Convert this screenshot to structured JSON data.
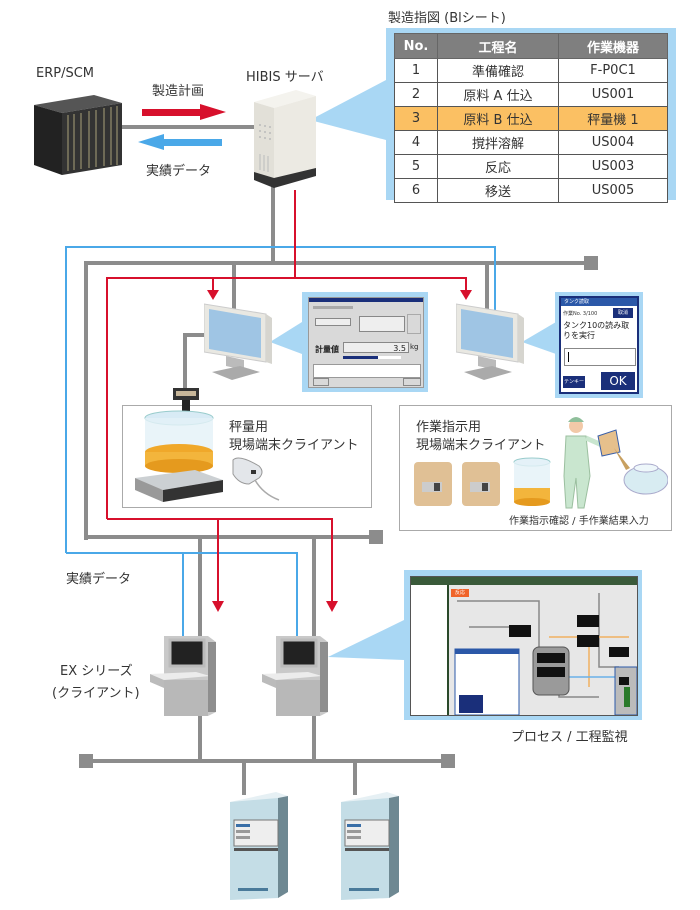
{
  "erp": {
    "label": "ERP/SCM"
  },
  "hibis": {
    "label": "HIBIS サーバ"
  },
  "arrows": {
    "plan_label": "製造計画",
    "results_label": "実績データ"
  },
  "sheet": {
    "title": "製造指図 (Blシート)",
    "headers": [
      "No.",
      "工程名",
      "作業機器"
    ],
    "rows": [
      {
        "no": "1",
        "process": "準備確認",
        "device": "F-P0C1",
        "highlight": false
      },
      {
        "no": "2",
        "process": "原料 A 仕込",
        "device": "US001",
        "highlight": false
      },
      {
        "no": "3",
        "process": "原料 B 仕込",
        "device": "秤量機 1",
        "highlight": true
      },
      {
        "no": "4",
        "process": "撹拌溶解",
        "device": "US004",
        "highlight": false
      },
      {
        "no": "5",
        "process": "反応",
        "device": "US003",
        "highlight": false
      },
      {
        "no": "6",
        "process": "移送",
        "device": "US005",
        "highlight": false
      }
    ]
  },
  "weigh_screen": {
    "weight_label": "計量値",
    "weight_value": "3.5",
    "unit": "kg",
    "progress": 0.6
  },
  "handheld": {
    "title": "タンク読取",
    "count": "作業No. 3/100",
    "message": "タンク10の読み取りを実行",
    "ok_label": "OK",
    "tenkey_label": "テンキー",
    "top_button": "取消"
  },
  "weigh_client": {
    "line1": "秤量用",
    "line2": "現場端末クライアント"
  },
  "work_client": {
    "line1": "作業指示用",
    "line2": "現場端末クライアント",
    "caption": "作業指示確認 / 手作業結果入力"
  },
  "ex_series": {
    "line1": "EX シリーズ",
    "line2": "(クライアント)",
    "results_label": "実績データ"
  },
  "monitor": {
    "caption": "プロセス / 工程監視",
    "tab_label": "反応"
  },
  "colors": {
    "red": "#d7102c",
    "blue": "#4aa8e8",
    "gray": "#8c8c8c",
    "callout": "#a9d7f4",
    "highlight": "#fbc063"
  }
}
